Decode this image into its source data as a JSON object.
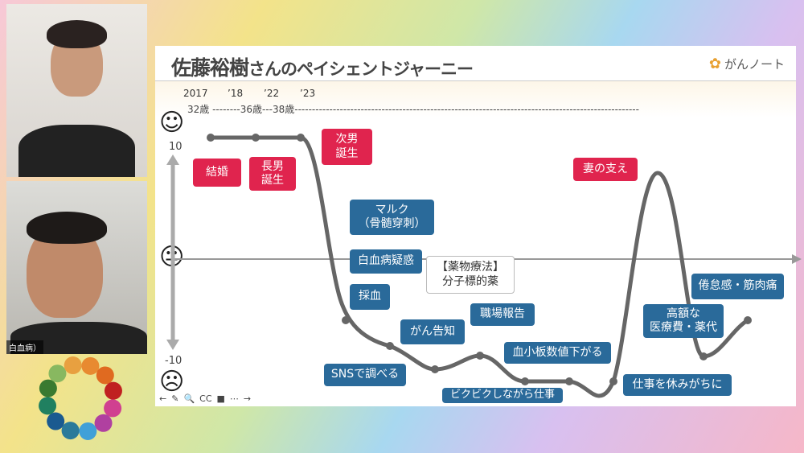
{
  "video": {
    "caption": "白血病）"
  },
  "slide": {
    "title_main": "佐藤裕樹",
    "title_sub": "さんのペイシェントジャーニー",
    "brand": "がんノート",
    "years": [
      "2017",
      "’18",
      "’22",
      "’23"
    ],
    "ages": "32歳 --------36歳---38歳---------------------------------------------------------------------------------------------------",
    "ymax": "10",
    "ymin": "-10",
    "events_red": [
      "結婚",
      "長男\n誕生",
      "次男\n誕生",
      "妻の支え"
    ],
    "events_blue": [
      "マルク\n（骨髄穿刺）",
      "白血病疑惑",
      "採血",
      "SNSで調べる",
      "がん告知",
      "職場報告",
      "血小板数値下がる",
      "ビクビクしながら仕事",
      "仕事を休みがちに",
      "高額な\n医療費・薬代",
      "倦怠感・筋肉痛"
    ],
    "callout_white": "【薬物療法】\n分子標的薬",
    "controls": [
      "←",
      "✎",
      "🔍",
      "CC",
      "■",
      "⋯",
      "→"
    ]
  },
  "colors": {
    "red": "#e0244e",
    "blue": "#2a6a9a",
    "curve": "#666666"
  }
}
